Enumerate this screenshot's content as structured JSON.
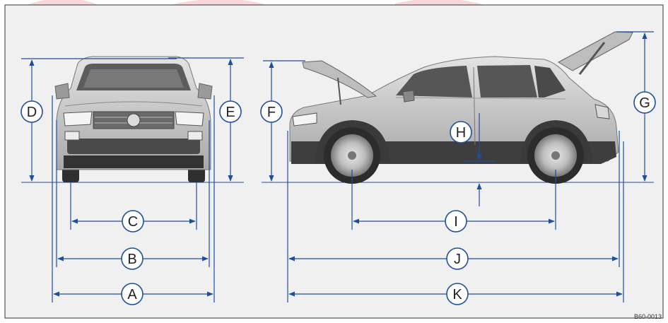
{
  "diagram": {
    "figure_code": "B60-0013",
    "colors": {
      "frame_stroke": "#555555",
      "panel_fill": "#f0f0f0",
      "dimension_line": "#1f4e9c",
      "car_fill": "#c8c8c8",
      "car_dark": "#3a3a3a",
      "watermark": "#e8202a"
    },
    "labels": {
      "A": "A",
      "B": "B",
      "C": "C",
      "D": "D",
      "E": "E",
      "F": "F",
      "G": "G",
      "H": "H",
      "I": "I",
      "J": "J",
      "K": "K"
    }
  }
}
